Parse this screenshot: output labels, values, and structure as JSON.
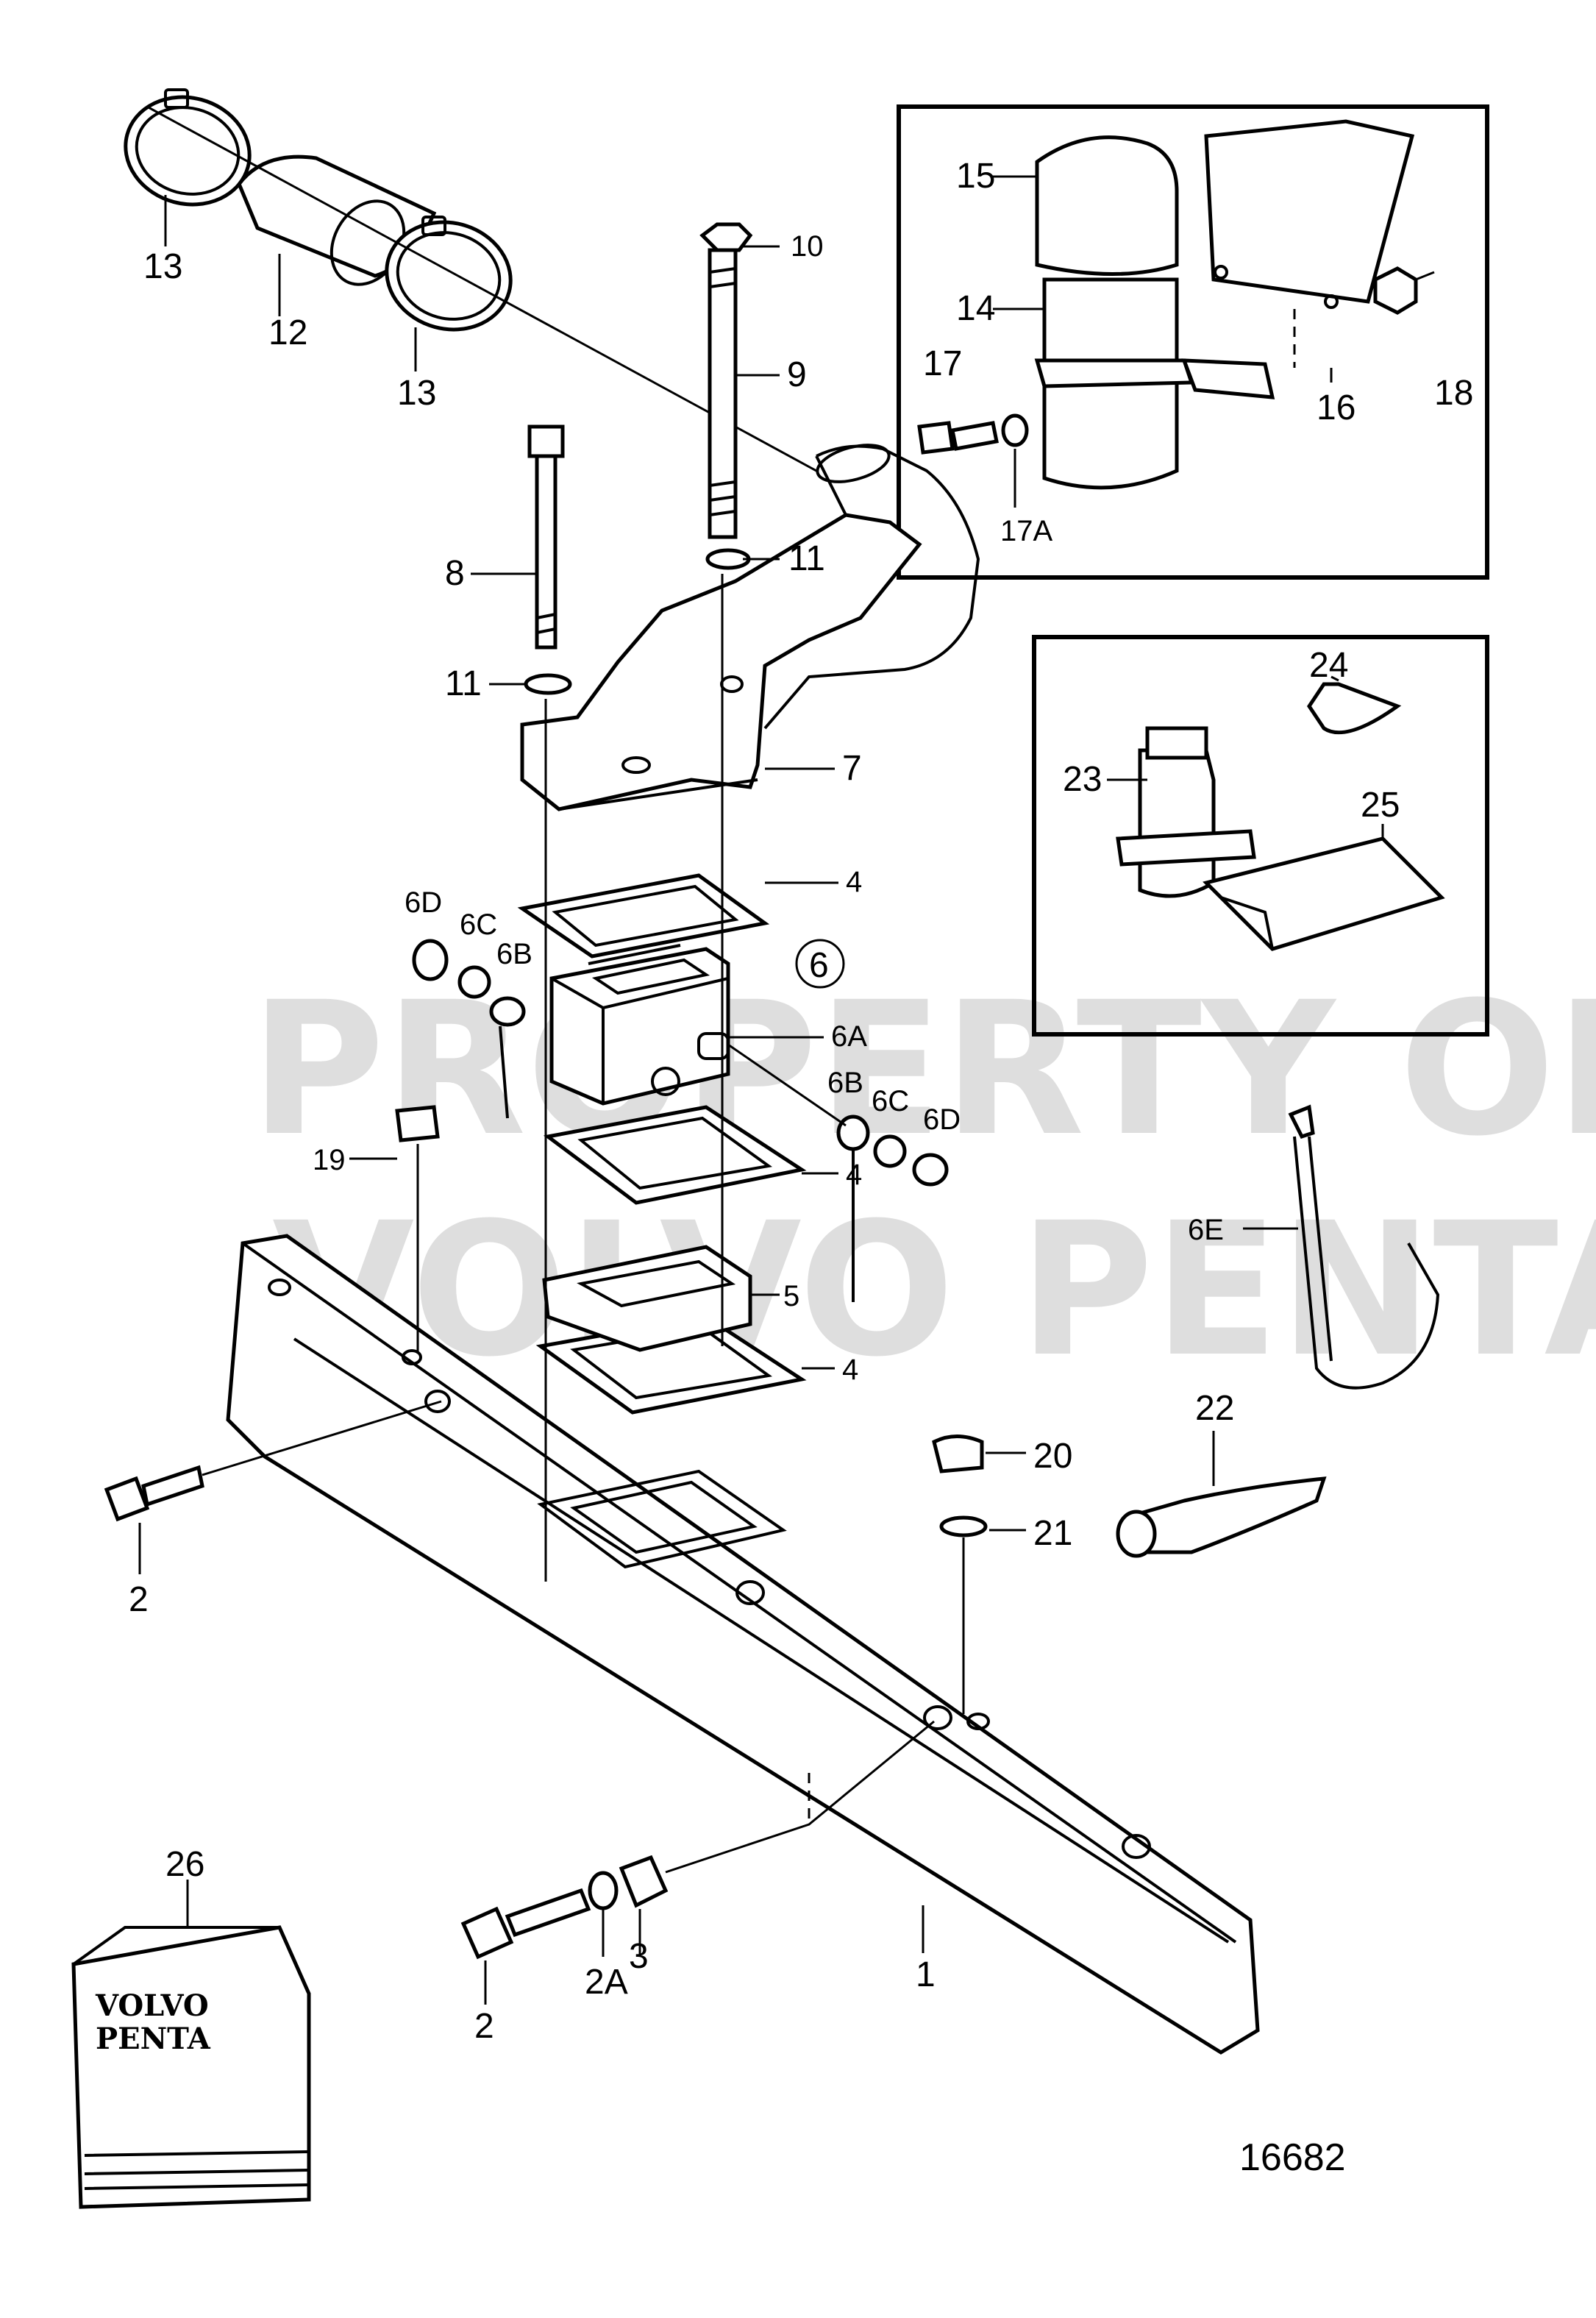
{
  "watermark": {
    "line1": "PROPERTY OF",
    "line2": "VOLVO PENTA"
  },
  "bag_logo": {
    "line1": "VOLVO",
    "line2": "PENTA"
  },
  "figure_number": "16682",
  "callouts": {
    "p1": "1",
    "p2a": "2",
    "p2b": "2",
    "p2A": "2A",
    "p3": "3",
    "p4a": "4",
    "p4b": "4",
    "p4c": "4",
    "p5": "5",
    "p6": "6",
    "p6A": "6A",
    "p6Ba": "6B",
    "p6Bb": "6B",
    "p6Ca": "6C",
    "p6Cb": "6C",
    "p6Da": "6D",
    "p6Db": "6D",
    "p6E": "6E",
    "p7": "7",
    "p8": "8",
    "p9": "9",
    "p10": "10",
    "p11a": "11",
    "p11b": "11",
    "p12": "12",
    "p13a": "13",
    "p13b": "13",
    "p14": "14",
    "p15": "15",
    "p16": "16",
    "p17": "17",
    "p17A": "17A",
    "p18": "18",
    "p19": "19",
    "p20": "20",
    "p21": "21",
    "p22": "22",
    "p23": "23",
    "p24": "24",
    "p25": "25",
    "p26": "26"
  }
}
